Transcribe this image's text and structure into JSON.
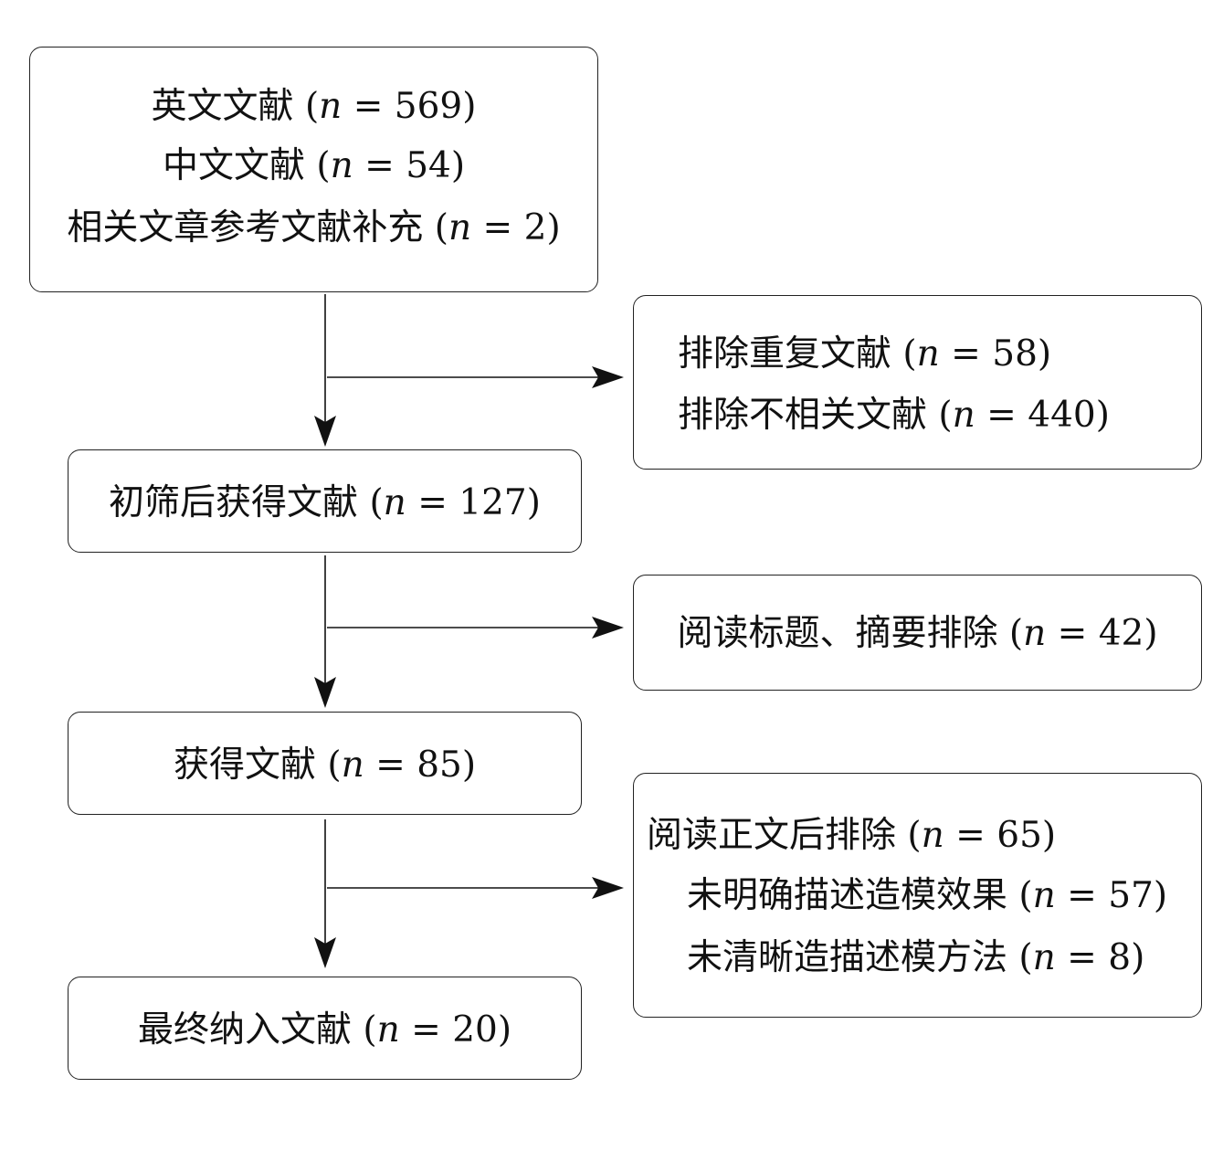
{
  "boxes": {
    "identified": {
      "lines": [
        {
          "label": "英文文献",
          "count": "569"
        },
        {
          "label": "中文文献",
          "count": "54"
        },
        {
          "label": "相关文章参考文献补充",
          "count": "2"
        }
      ]
    },
    "excluded_1": {
      "lines": [
        {
          "label": "排除重复文献",
          "count": "58"
        },
        {
          "label": "排除不相关文献",
          "count": "440"
        }
      ]
    },
    "screened": {
      "lines": [
        {
          "label": "初筛后获得文献",
          "count": "127"
        }
      ]
    },
    "excluded_2": {
      "lines": [
        {
          "label": "阅读标题、摘要排除",
          "count": "42"
        }
      ]
    },
    "assessed": {
      "lines": [
        {
          "label": "获得文献",
          "count": "85"
        }
      ]
    },
    "excluded_3": {
      "lines": [
        {
          "label": "阅读正文后排除",
          "count": "65"
        },
        {
          "label": "未明确描述造模效果",
          "count": "57"
        },
        {
          "label": "未清晰造描述模方法",
          "count": "8"
        }
      ]
    },
    "included": {
      "lines": [
        {
          "label": "最终纳入文献",
          "count": "20"
        }
      ]
    }
  },
  "symbols": {
    "n": "n",
    "eq": "=",
    "open": "(",
    "close": ")"
  }
}
